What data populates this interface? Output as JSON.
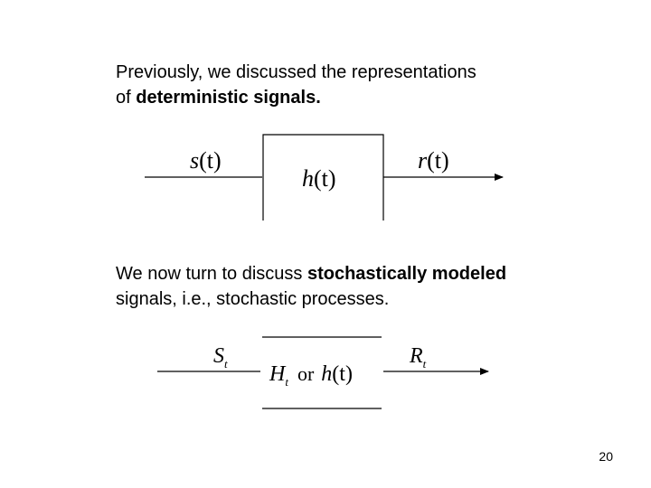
{
  "intro": {
    "line1": "Previously, we discussed the representations",
    "line2_prefix": "of ",
    "line2_bold": "deterministic signals."
  },
  "diagram1": {
    "input_func": "s",
    "input_arg": "(t)",
    "system_func": "h",
    "system_arg": "(t)",
    "output_func": "r",
    "output_arg": "(t)"
  },
  "transition": {
    "line1_prefix": "We now turn to discuss ",
    "line1_bold": "stochastically modeled",
    "line2": "signals, i.e., stochastic processes."
  },
  "diagram2": {
    "input_symbol": "S",
    "input_sub": "t",
    "system_symbol": "H",
    "system_sub": "t",
    "connector": "or",
    "alt_func": "h",
    "alt_arg": "(t)",
    "output_symbol": "R",
    "output_sub": "t"
  },
  "footer": {
    "page_number": "20"
  }
}
